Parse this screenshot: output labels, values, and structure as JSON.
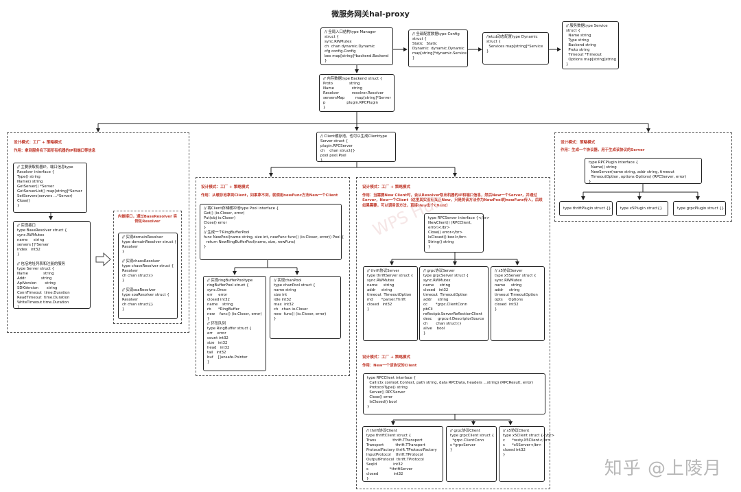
{
  "title": "微服务网关hal-proxy",
  "watermark": "知乎 @上陵月",
  "faint_watermark": "WPS Hub",
  "boxes": {
    "manager": [
      "// 全局入口结构type Manager",
      "struct {",
      "sync.RWMutex",
      "ch  chan dynamic.Dynamic",
      "cfg config.Config",
      "bes map[string]*backend.Backend",
      "}"
    ],
    "config": [
      "// 全部配置数据type Config",
      "struct {",
      "Static   Static",
      "Dynamic  dynamic.Dynamic",
      "map[string]*dynamic.Service",
      "}"
    ],
    "dynamic": [
      "//etcd动态配置type Dynamic",
      "struct {",
      "  Services map[string]*Service",
      "}"
    ],
    "service": [
      "// 服务数据type Service",
      "struct {",
      "  Name string",
      "  Type string",
      "  Backend string",
      "  Proto string",
      "  Timeout *Timeout",
      "  Options map[string]string",
      "}"
    ],
    "backend": [
      "// 内存数据type Backend struct {",
      "Proto              string",
      "Name               string",
      "Resolver           resolver.Resolver",
      "serversMap         map[string]*Server",
      "p                  plugin.RPCPlugin",
      "}"
    ],
    "server": [
      "// Client缓存池，也可以生成Clienttype",
      "Server struct {",
      "plugin.RPCServer",
      "ch    chan struct{}",
      "pool pool.Pool",
      "}"
    ],
    "resolver": [
      "// 主要获取机器IP，端口信息type",
      "Resolver interface {",
      "Type() string",
      "Name() string",
      "GetServer() *Server",
      "GetServerList() map[string]*Server",
      "SetServers(servers ...*Server)",
      "Close()",
      "}"
    ],
    "base_resolver": [
      "// 实现接口",
      "type BaseResolver struct {",
      "sync.RWMutex",
      "name     string",
      "servers []*Server",
      "index   int32",
      "}",
      "",
      "// 包括地址列表和注册的服务",
      "type Server struct {",
      "Name             string",
      "Addr             string",
      "ApiVersion       string",
      "SDKVersion       string",
      "ConnTimeout  time.Duration",
      "ReadTimeout  time.Duration",
      "WriteTimeout time.Duration",
      "}"
    ],
    "domain_resolver": [
      "// 实现domainResolver",
      "type domainResolver struct {",
      "Resolver",
      "}",
      "",
      "// 实现chaosResolver",
      "type chaosResolver struct {",
      "Resolver",
      "ch chan struct{}",
      "}",
      "",
      "// 实现soaResolver",
      "type soaResolver struct {",
      "Resolver",
      "ch chan struct{}",
      "}"
    ],
    "pool": [
      "// 将Client存储缓冲池type Pool interface {",
      "Get() (io.Closer, error)",
      "Put(obj io.Closer)",
      "Close() error",
      "}",
      "// 生成一个RingBufferPool",
      "func NewPool(name string, size int, newFunc func() (io.Closer, error)) Pool {",
      "  return NewRingBufferPool(name, size, newFunc)",
      "}"
    ],
    "ring_pool": [
      "// 实现ringBufferPooltype",
      "ringBufferPool struct {",
      "sync.Once",
      "err     error",
      "closed int32",
      "name    string",
      "rb      *RingBuffer",
      "new    func() (io.Closer, error)",
      "}",
      "// 环形队列",
      "type RingBuffer struct {",
      "err    error",
      "count int32",
      "size   int32",
      "head   int32",
      "tail   int32",
      "buf    []unsafe.Pointer",
      "}"
    ],
    "chan_pool": [
      "// 实现chanPool",
      "type chanPool struct {",
      "name string",
      "size int",
      "idle int32",
      "max  int32",
      "ch   chan io.Closer",
      "new  func() (io.Closer, error)",
      "}"
    ],
    "rpc_server": [
      "type RPCServer interface {</br>",
      "NewClient() (RPCClient,",
      "error)</br>",
      "Close() error</br>",
      "IsClosed() bool</br>",
      "String() string",
      "}"
    ],
    "thrift_server": [
      "// thrift协议Server",
      "type thriftServer struct {",
      "sync.RWMutex",
      "name     string",
      "addr     string",
      "timeout  TimeoutOption",
      "md       *parser.Thrift",
      "closed   int32",
      "}"
    ],
    "grpc_server": [
      "// grpc协议Server",
      "type grpcServer struct {",
      "sync.RWMutex",
      "name     string",
      "closed   int32",
      "timeout  TimeoutOption",
      "addr     string",
      "cc       *grpc.ClientConn",
      "pbCli",
      "reflectpb.ServerReflectionClient",
      "desc     grpcurl.DescriptorSource",
      "ch       chan struct{}",
      "alive    bool",
      "}"
    ],
    "x5_server": [
      "// x5协议Server",
      "type x5Server struct {",
      "sync.RWMutex",
      "name     string",
      "addr     string",
      "timeout TimeoutOption",
      "opts     Options",
      "closed  int32",
      "}"
    ],
    "rpc_client": [
      "type RPCClient interface {",
      "  Call(ctx context.Context, path string, data RPCData, headers ...string) (RPCResult, error)",
      "  ProtocolType() string",
      "  Server() RPCServer",
      "  Close() error",
      "  IsClosed() bool",
      "}"
    ],
    "thrift_client": [
      "// thrift协议Client",
      "type thriftClient struct {",
      "Trans              thrift.TTransport",
      "Transport          thrift.TTransport",
      "ProtocolFactory thrift.TProtocolFactory",
      "InputProtocol    thrift.TProtocol",
      "OutputProtocol  thrift.TProtocol",
      "SeqId              int32",
      "s                  *thriftServer",
      "closed             int32",
      "}"
    ],
    "grpc_client": [
      "// grpc协议Client",
      "type grpcClient struct {",
      "  *grpc.ClientConn",
      "s *grpcServer",
      "}"
    ],
    "x5_client": [
      "// x5协议Client",
      "type x5Client struct {</br>",
      "c      *resty.X5Client</br>",
      "s      *x5Server</br>",
      "closed int32",
      "}"
    ],
    "rpc_plugin": [
      "type RPCPlugin interface {",
      "  Name() string",
      "  NewServer(name string, addr string, timeout",
      "  TimeoutOption, options Options) (RPCServer, error)",
      "}"
    ],
    "thrift_plugin": [
      "type thriftPlugin struct {}"
    ],
    "x5_plugin": [
      "type x5Plugin struct{}"
    ],
    "grpc_plugin": [
      "type grpcPlugin struct {}"
    ]
  },
  "groups": {
    "left": {
      "title": "设计模式：工厂 + 策略模式",
      "desc": "作用：拿到服务名下面所有机器的IP和端口等信息"
    },
    "inner": {
      "desc": "内嵌接口，通过BaseResolver 实例化Resolver"
    },
    "pool": {
      "title": "设计模式：工厂 + 策略模式",
      "desc": "作用：从缓存池拿到Client，如果拿不到，就调用newFunc方法New一个Client"
    },
    "server": {
      "title": "设计模式：工厂 + 策略模式",
      "desc": "作用：当需要New Client时，会从Resolver取出机器的IP和端口信息，然后New一个Server，并通过Server，New一个Client（这里其实没有真正New，只是将该方法作为NewPool的newFunc传入，后续如果需要，可以调用该方法，直接New出个Client）"
    },
    "client": {
      "title": "设计模式：工厂 + 策略模式",
      "desc": "作用：New一个该协议的Client"
    },
    "plugin": {
      "title": "设计模式：策略模式",
      "desc": "作用：生成一个协议器，用于生成该协议的Server"
    }
  }
}
